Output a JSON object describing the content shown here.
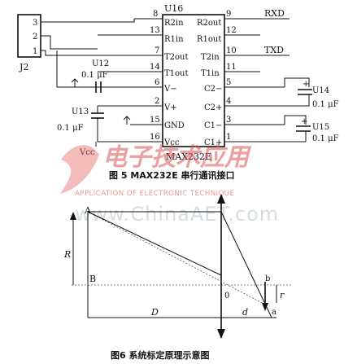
{
  "figure5": {
    "ic_ref": "U16",
    "ic_name": "MAX232E",
    "connector_ref": "J2",
    "connector_pins": [
      "3",
      "2",
      "1"
    ],
    "left_pins": [
      {
        "num": "8",
        "label": "R2in"
      },
      {
        "num": "13",
        "label": "R1in"
      },
      {
        "num": "7",
        "label": "T2out"
      },
      {
        "num": "14",
        "label": "T1out"
      },
      {
        "num": "6",
        "label": "V−"
      },
      {
        "num": "2",
        "label": "V+"
      },
      {
        "num": "15",
        "label": "GND"
      },
      {
        "num": "16",
        "label": "Vcc"
      }
    ],
    "right_pins": [
      {
        "num": "9",
        "label": "R2out"
      },
      {
        "num": "12",
        "label": "R1out"
      },
      {
        "num": "10",
        "label": "T2in"
      },
      {
        "num": "11",
        "label": "T1in"
      },
      {
        "num": "5",
        "label": "C2−"
      },
      {
        "num": "4",
        "label": "C2+"
      },
      {
        "num": "3",
        "label": "C1−"
      },
      {
        "num": "1",
        "label": "C1+"
      }
    ],
    "rxd": "RXD",
    "txd": "TXD",
    "capacitors": [
      {
        "ref": "U12",
        "value": "0.1 μF"
      },
      {
        "ref": "U13",
        "value": "0.1 μF"
      },
      {
        "ref": "U14",
        "value": "0.1 μF"
      },
      {
        "ref": "U15",
        "value": "0.1 μF"
      }
    ],
    "vcc_label": "Vcc",
    "caption": "图 5   MAX232E 串行通讯接口"
  },
  "watermark": {
    "site_cn": "电子技术应用",
    "tagline": "APPLICATION OF ELECTRONIC TECHNIQUE",
    "url": "www.ChinaAET.com"
  },
  "figure6": {
    "label_A": "A",
    "label_B": "B",
    "label_R": "R",
    "label_D": "D",
    "label_d": "d",
    "label_0": "0",
    "label_a": "a",
    "label_b": "b",
    "label_r": "r",
    "caption": "图6   系统标定原理示意图"
  }
}
